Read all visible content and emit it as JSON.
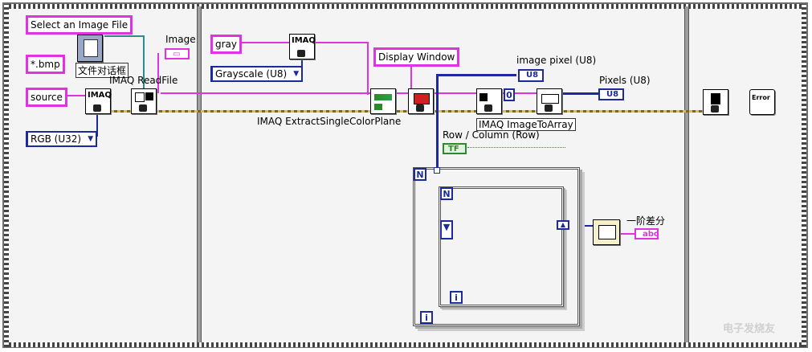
{
  "controls": {
    "select_file": "Select an Image File",
    "file_pattern": "*.bmp",
    "source": "source",
    "rgb_type": "RGB (U32)",
    "file_dialog": "文件对话框",
    "gray": "gray",
    "grayscale_type": "Grayscale (U8)",
    "display_window": "Display Window"
  },
  "labels": {
    "image": "Image",
    "imaq_readfile": "IMAQ ReadFile",
    "extract_plane": "IMAQ ExtractSingleColorPlane",
    "image_pixel": "image pixel (U8)",
    "pixels": "Pixels (U8)",
    "image_to_array": "IMAQ ImageToArray",
    "row_column": "Row / Column (Row)",
    "first_diff": "一阶差分"
  },
  "indicators": {
    "u8_1": "U8",
    "u8_2": "U8",
    "abc": "abc",
    "tf": "TF",
    "zero": "0",
    "n_outer": "N",
    "n_inner": "N",
    "i_outer": "i",
    "i_inner": "i"
  },
  "icons": {
    "imaq": "IMAQ",
    "error": "Error"
  },
  "watermark": "电子发烧友",
  "colors": {
    "image_wire": "#e032e0",
    "numeric_wire": "#1b2a9c",
    "error_wire": "#d6c24a",
    "bool_wire": "#2b8a2b"
  }
}
